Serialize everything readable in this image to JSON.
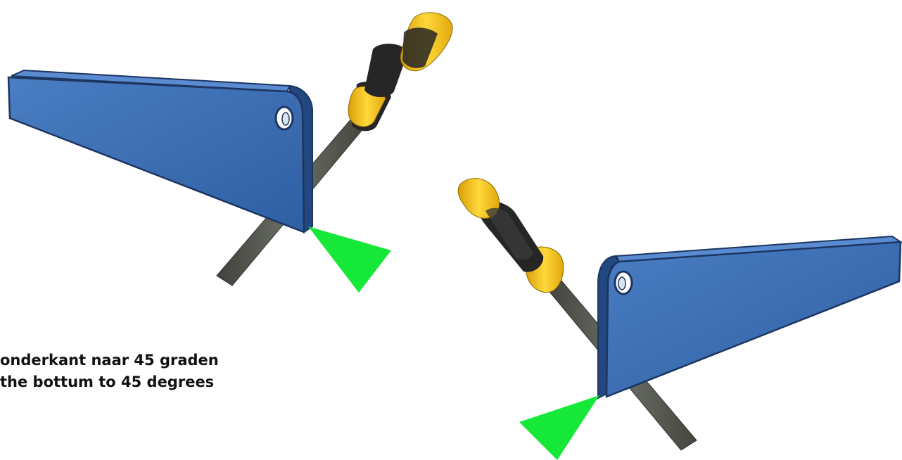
{
  "caption": {
    "line_dutch": "onderkant naar 45 graden",
    "line_english": "the bottum to 45 degrees"
  },
  "colors": {
    "plate_face": "#3a6db3",
    "plate_edge": "#23477f",
    "plate_outline": "#1c3561",
    "file_blade": "#55584f",
    "handle_yellow": "#f4c21b",
    "handle_black": "#262626",
    "angle_marker": "#16e83a",
    "background": "#ffffff"
  },
  "icons": {
    "marker": "green-triangle",
    "tool": "file-with-handle"
  }
}
